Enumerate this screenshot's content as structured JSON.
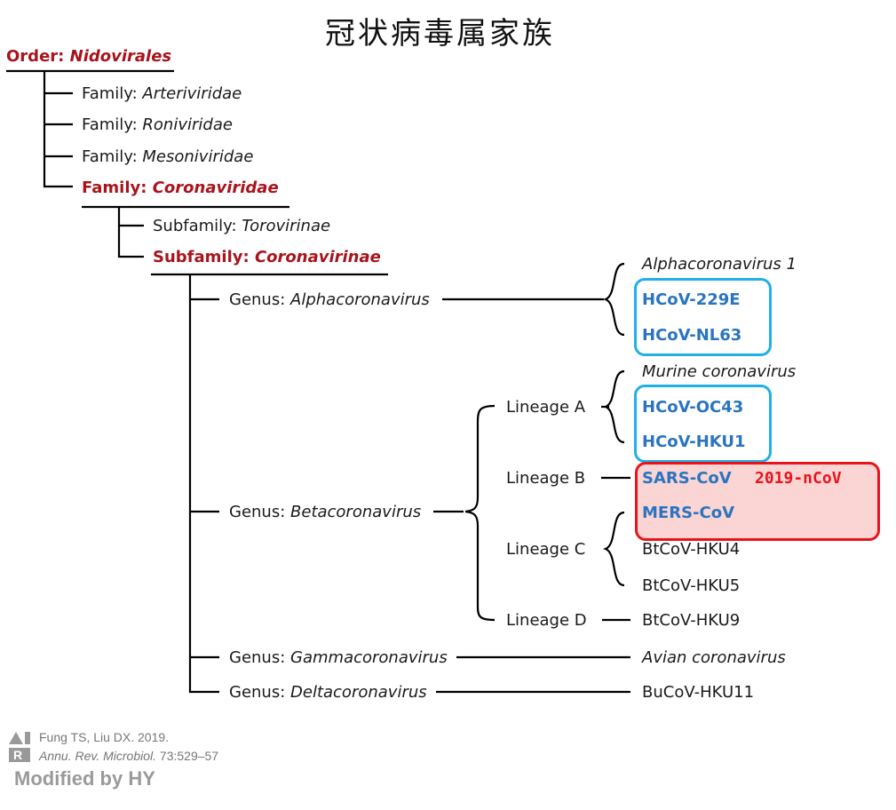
{
  "title": "冠状病毒属家族",
  "order": {
    "prefix": "Order: ",
    "name": "Nidovirales"
  },
  "families": [
    {
      "prefix": "Family: ",
      "name": "Arteriviridae"
    },
    {
      "prefix": "Family: ",
      "name": "Roniviridae"
    },
    {
      "prefix": "Family: ",
      "name": "Mesoniviridae"
    },
    {
      "prefix": "Family: ",
      "name": "Coronaviridae"
    }
  ],
  "subfamilies": [
    {
      "prefix": "Subfamily: ",
      "name": "Torovirinae"
    },
    {
      "prefix": "Subfamily: ",
      "name": "Coronavirinae"
    }
  ],
  "genera": [
    {
      "prefix": "Genus: ",
      "name": "Alphacoronavirus"
    },
    {
      "prefix": "Genus: ",
      "name": "Betacoronavirus"
    },
    {
      "prefix": "Genus: ",
      "name": "Gammacoronavirus"
    },
    {
      "prefix": "Genus: ",
      "name": "Deltacoronavirus"
    }
  ],
  "lineages": [
    "Lineage A",
    "Lineage B",
    "Lineage C",
    "Lineage D"
  ],
  "species": {
    "alpha": [
      "Alphacoronavirus 1",
      "HCoV-229E",
      "HCoV-NL63"
    ],
    "lineage_a": [
      "Murine coronavirus",
      "HCoV-OC43",
      "HCoV-HKU1"
    ],
    "lineage_b": [
      "SARS-CoV"
    ],
    "lineage_c": [
      "MERS-CoV",
      "BtCoV-HKU4",
      "BtCoV-HKU5"
    ],
    "lineage_d": [
      "BtCoV-HKU9"
    ],
    "gamma": [
      "Avian coronavirus"
    ],
    "delta": [
      "BuCoV-HKU11"
    ]
  },
  "highlight_label": "2019-nCoV",
  "citation": {
    "line1": "Fung TS, Liu DX. 2019.",
    "line2_journal": "Annu. Rev. Microbiol.",
    "line2_pages": " 73:529–57"
  },
  "modified_by": "Modified by HY",
  "colors": {
    "taxon_red": "#a8141c",
    "human_blue": "#2b74bf",
    "box_blue": "#1fb0e8",
    "box_red": "#e8141c",
    "box_red_fill": "#fbd4d4",
    "line": "#000000"
  }
}
